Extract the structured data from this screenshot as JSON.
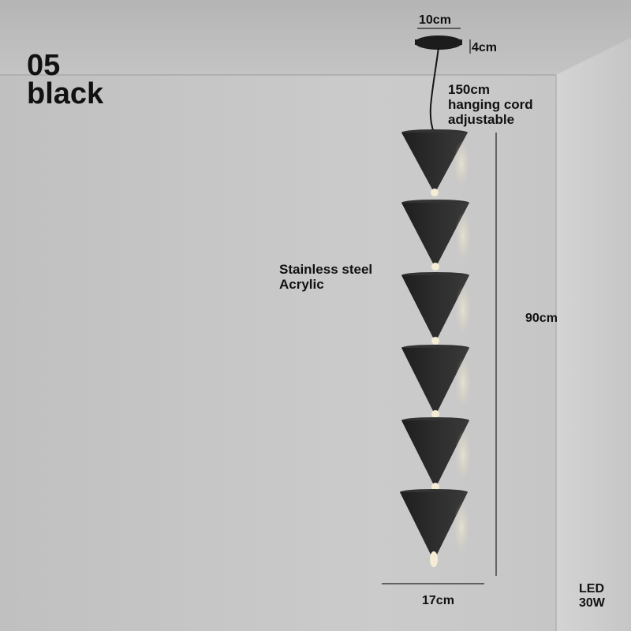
{
  "product": {
    "model_number": "05",
    "color": "black"
  },
  "dimensions": {
    "canopy_diameter": "10cm",
    "canopy_height": "4cm",
    "cord_line1": "150cm",
    "cord_line2": "hanging cord",
    "cord_line3": "adjustable",
    "total_height": "90cm",
    "shade_width": "17cm"
  },
  "materials": {
    "line1": "Stainless steel",
    "line2": "Acrylic"
  },
  "specs": {
    "type": "LED",
    "power": "30W"
  },
  "colors": {
    "wall": "#c8c8c8",
    "ceiling": "#bcbcbc",
    "shade": "#2b2b2b",
    "light": "#f3e6c8"
  }
}
